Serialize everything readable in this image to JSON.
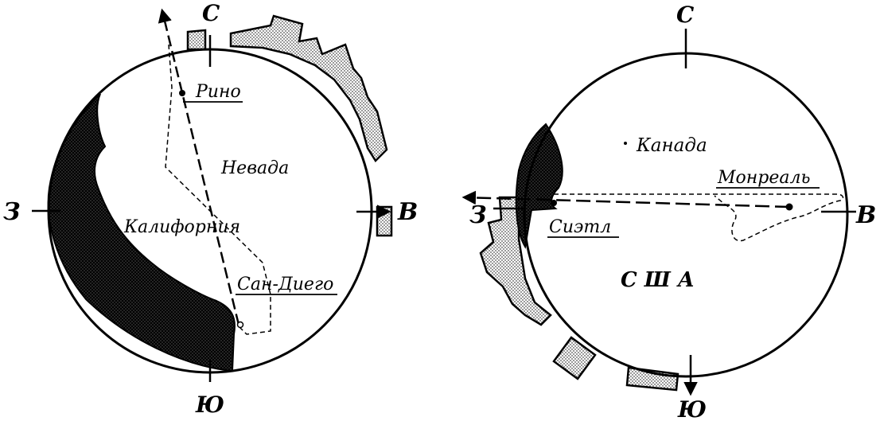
{
  "diagram": {
    "left": {
      "compass": {
        "north": "С",
        "south": "Ю",
        "west": "З",
        "east": "В"
      },
      "labels": {
        "reno": "Рино",
        "nevada": "Невада",
        "california": "Калифорния",
        "san_diego": "Сан-Диего"
      }
    },
    "right": {
      "compass": {
        "north": "С",
        "south": "Ю",
        "west": "З",
        "east": "В"
      },
      "labels": {
        "canada": "Канада",
        "montreal": "Монреаль",
        "seattle": "Сиэтл",
        "usa": "С Ш А"
      }
    }
  }
}
